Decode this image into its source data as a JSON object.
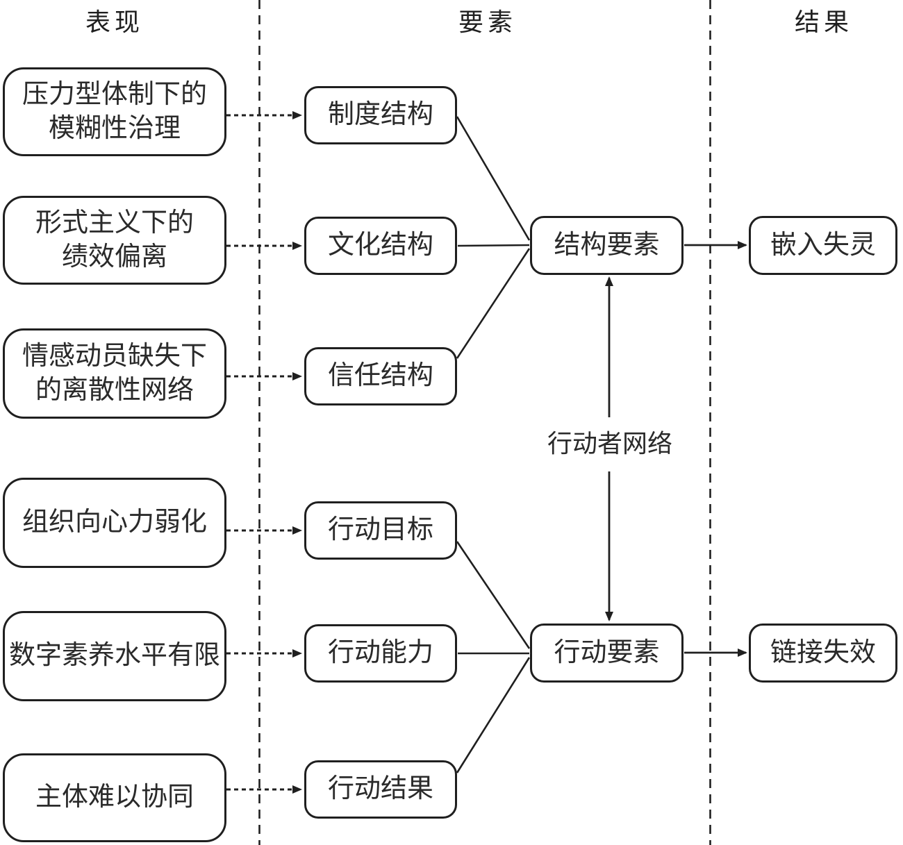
{
  "headers": {
    "performance": "表现",
    "elements": "要素",
    "results": "结果"
  },
  "performance_boxes": [
    {
      "label": "压力型体制下的\n模糊性治理"
    },
    {
      "label": "形式主义下的\n绩效偏离"
    },
    {
      "label": "情感动员缺失下\n的离散性网络"
    },
    {
      "label": "组织向心力弱化"
    },
    {
      "label": "数字素养水平有限"
    },
    {
      "label": "主体难以协同"
    }
  ],
  "element_boxes": [
    {
      "label": "制度结构"
    },
    {
      "label": "文化结构"
    },
    {
      "label": "信任结构"
    },
    {
      "label": "行动目标"
    },
    {
      "label": "行动能力"
    },
    {
      "label": "行动结果"
    }
  ],
  "aggregate_boxes": [
    {
      "label": "结构要素"
    },
    {
      "label": "行动要素"
    }
  ],
  "result_boxes": [
    {
      "label": "嵌入失灵"
    },
    {
      "label": "链接失效"
    }
  ],
  "network_label": "行动者网络",
  "colors": {
    "stroke": "#1f1f1f",
    "text": "#2a2a2a",
    "background": "#ffffff"
  }
}
